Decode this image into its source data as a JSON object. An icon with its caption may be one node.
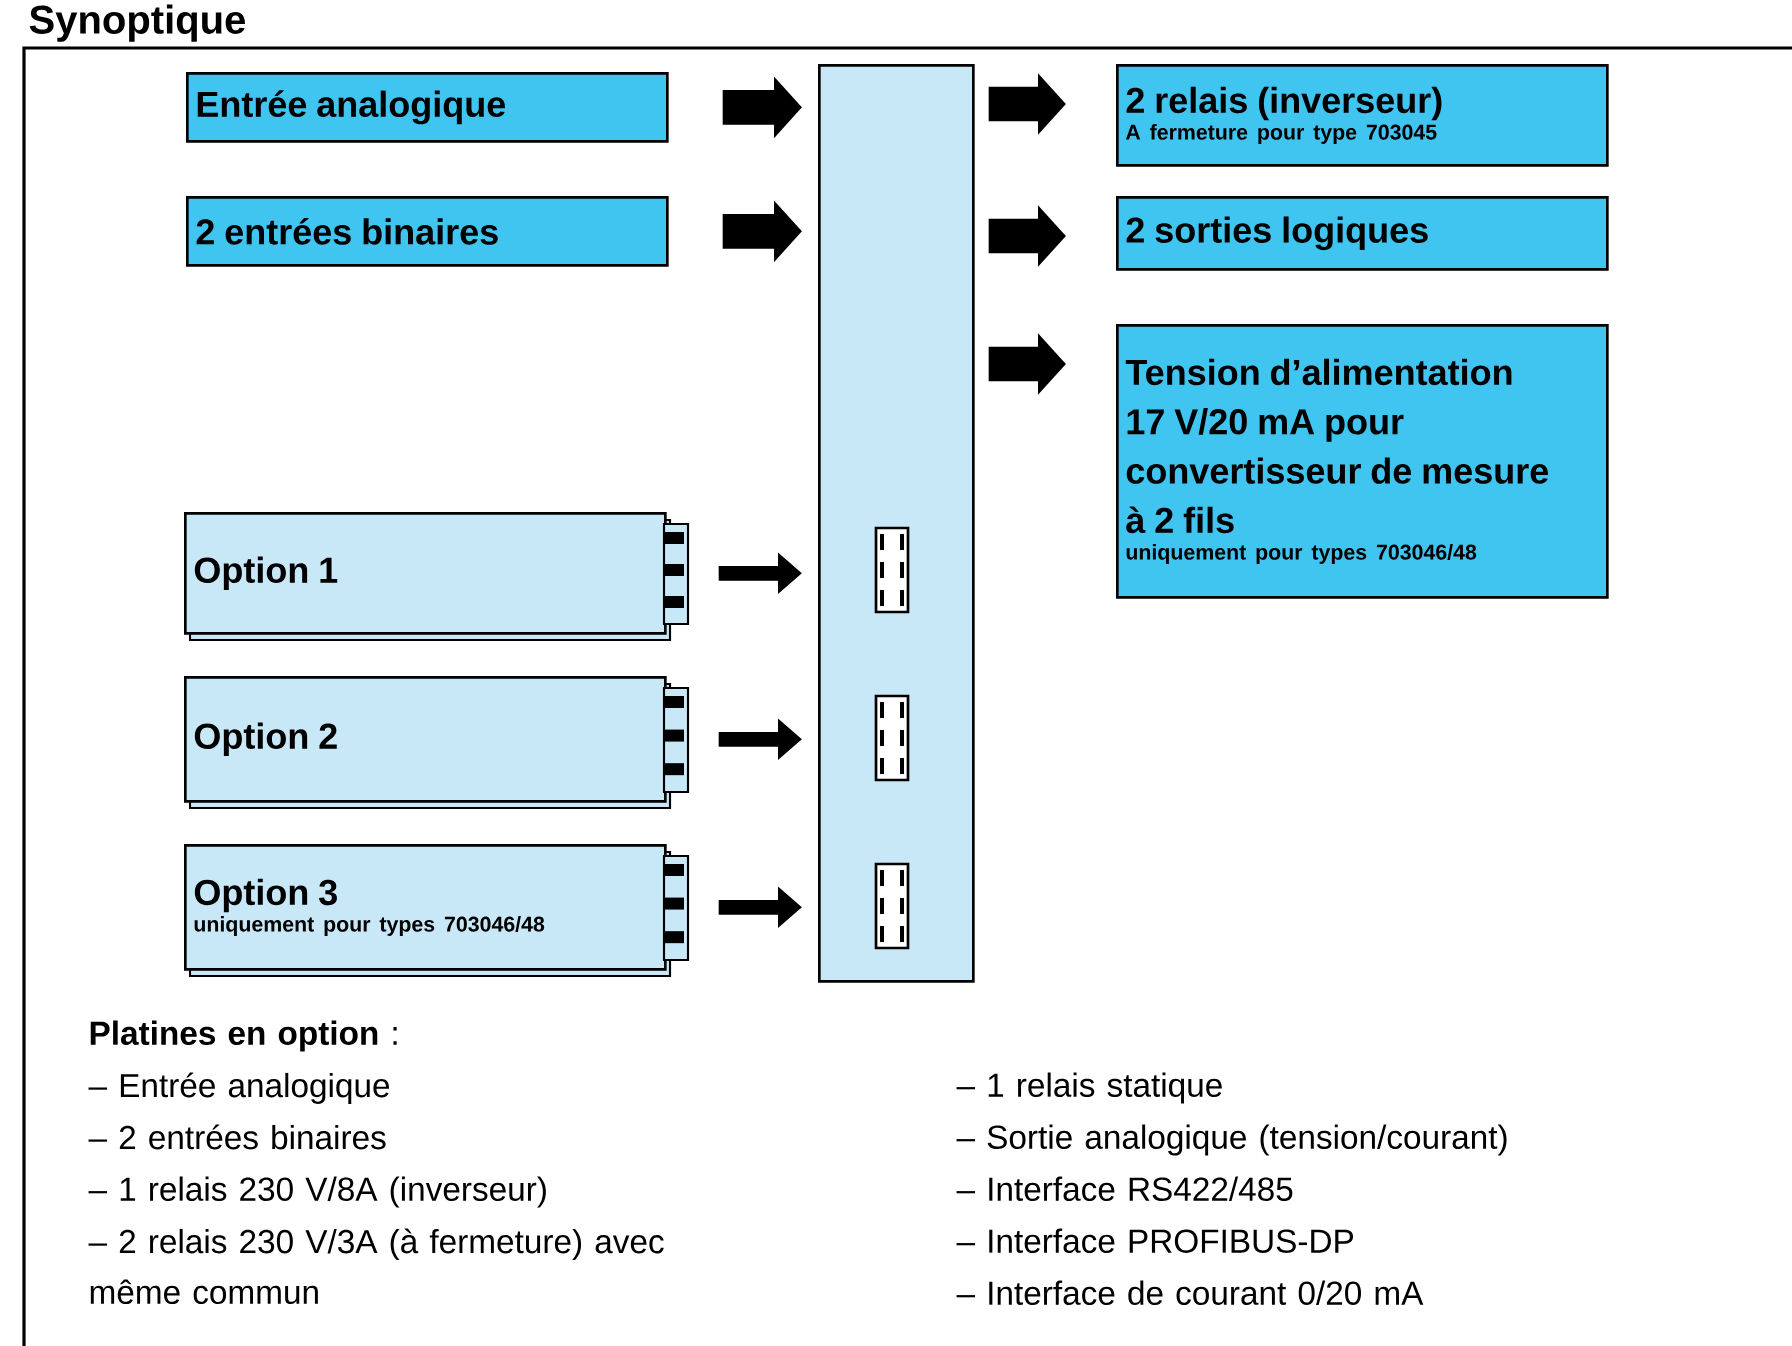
{
  "diagram": {
    "title": "Synoptique",
    "nodes": [
      {
        "text": [
          "Entrée analogique"
        ]
      },
      {
        "text": [
          "2 entrées binaires"
        ]
      },
      {
        "text": [],
        "shape": "bar"
      },
      {
        "text": [
          "2 relais (inverseur)",
          "A fermeture pour type 703045"
        ]
      },
      {
        "text": [
          "2 sorties logiques"
        ]
      },
      {
        "text": [
          "Tension d’alimentation 17 V/20 mA pour convertisseur de mesure à 2 fils",
          "uniquement pour types 703046/48"
        ]
      },
      {
        "text": [
          "Option 1"
        ]
      },
      {
        "text": [
          "Option 2"
        ]
      },
      {
        "text": [
          "Option 3",
          "uniquement pour types 703046/48"
        ]
      }
    ],
    "edges": [
      {
        "from": 0,
        "to": 2,
        "arrow": "to"
      },
      {
        "from": 1,
        "to": 2,
        "arrow": "to"
      },
      {
        "from": 2,
        "to": 3,
        "arrow": "to"
      },
      {
        "from": 2,
        "to": 4,
        "arrow": "to"
      },
      {
        "from": 2,
        "to": 5,
        "arrow": "to"
      },
      {
        "from": 6,
        "to": 2,
        "arrow": "to"
      },
      {
        "from": 7,
        "to": 2,
        "arrow": "to"
      },
      {
        "from": 8,
        "to": 2,
        "arrow": "to"
      }
    ],
    "labels": [
      "**Platines en option** :",
      "– Entrée analogique",
      "– 2 entrées binaires",
      "– 1 relais 230 V/8A (inverseur)",
      "– 2 relais 230 V/3A (à fermeture) avec même commun",
      "– 1 relais statique",
      "– Sortie analogique (tension/courant)",
      "– Interface RS422/485",
      "– Interface PROFIBUS-DP",
      "– Interface de courant 0/20 mA"
    ]
  }
}
